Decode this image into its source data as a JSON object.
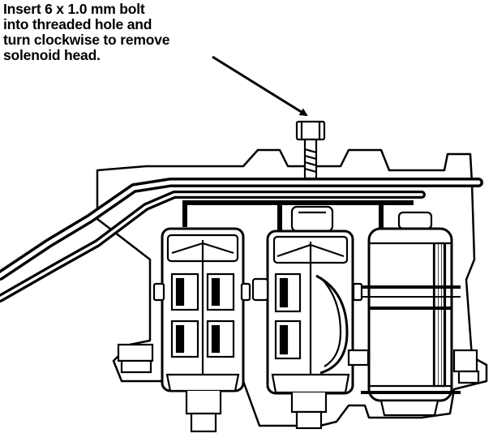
{
  "caption": {
    "lines": [
      "Insert 6 x 1.0 mm bolt",
      "into threaded hole and",
      "turn clockwise to remove",
      "solenoid head."
    ]
  }
}
